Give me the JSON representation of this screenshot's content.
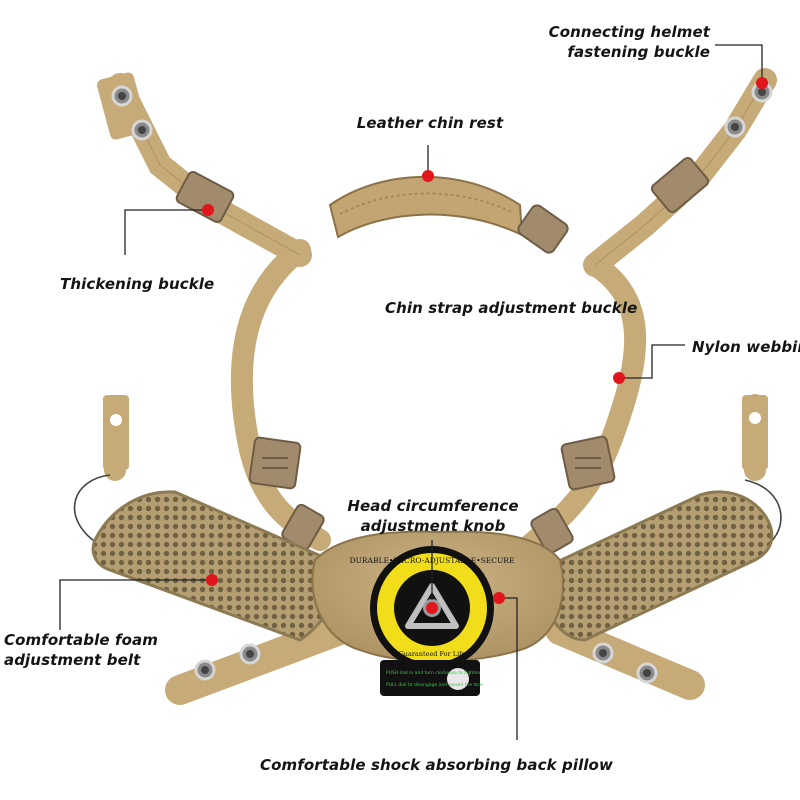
{
  "callouts": {
    "helmet_buckle": {
      "line1": "Connecting helmet",
      "line2": "fastening buckle"
    },
    "chin_rest": "Leather chin rest",
    "thickening_buckle": "Thickening buckle",
    "chin_strap_buckle": "Chin strap adjustment buckle",
    "nylon_webbing": "Nylon webbing",
    "knob": {
      "line1": "Head circumference",
      "line2": "adjustment knob"
    },
    "foam_belt": {
      "line1": "Comfortable foam",
      "line2": "adjustment belt"
    },
    "back_pillow": "Comfortable shock absorbing back pillow"
  },
  "dial": {
    "ring_text": "DURABLE•MICRO-ADJUSTABLE•SECURE",
    "guarantee": "Guaranteed For Life",
    "push_text": "PUSH dial in and turn clockwise to tighten",
    "pull_text": "PULL dial to disengage and loosen the lace"
  },
  "colors": {
    "strap": "#c9ae7c",
    "strap_dark": "#a88c5d",
    "buckle": "#a18b6c",
    "mesh": "#b09b6e",
    "dot": "#e0161c",
    "dial_yellow": "#f1dd1a",
    "dial_black": "#111111"
  }
}
